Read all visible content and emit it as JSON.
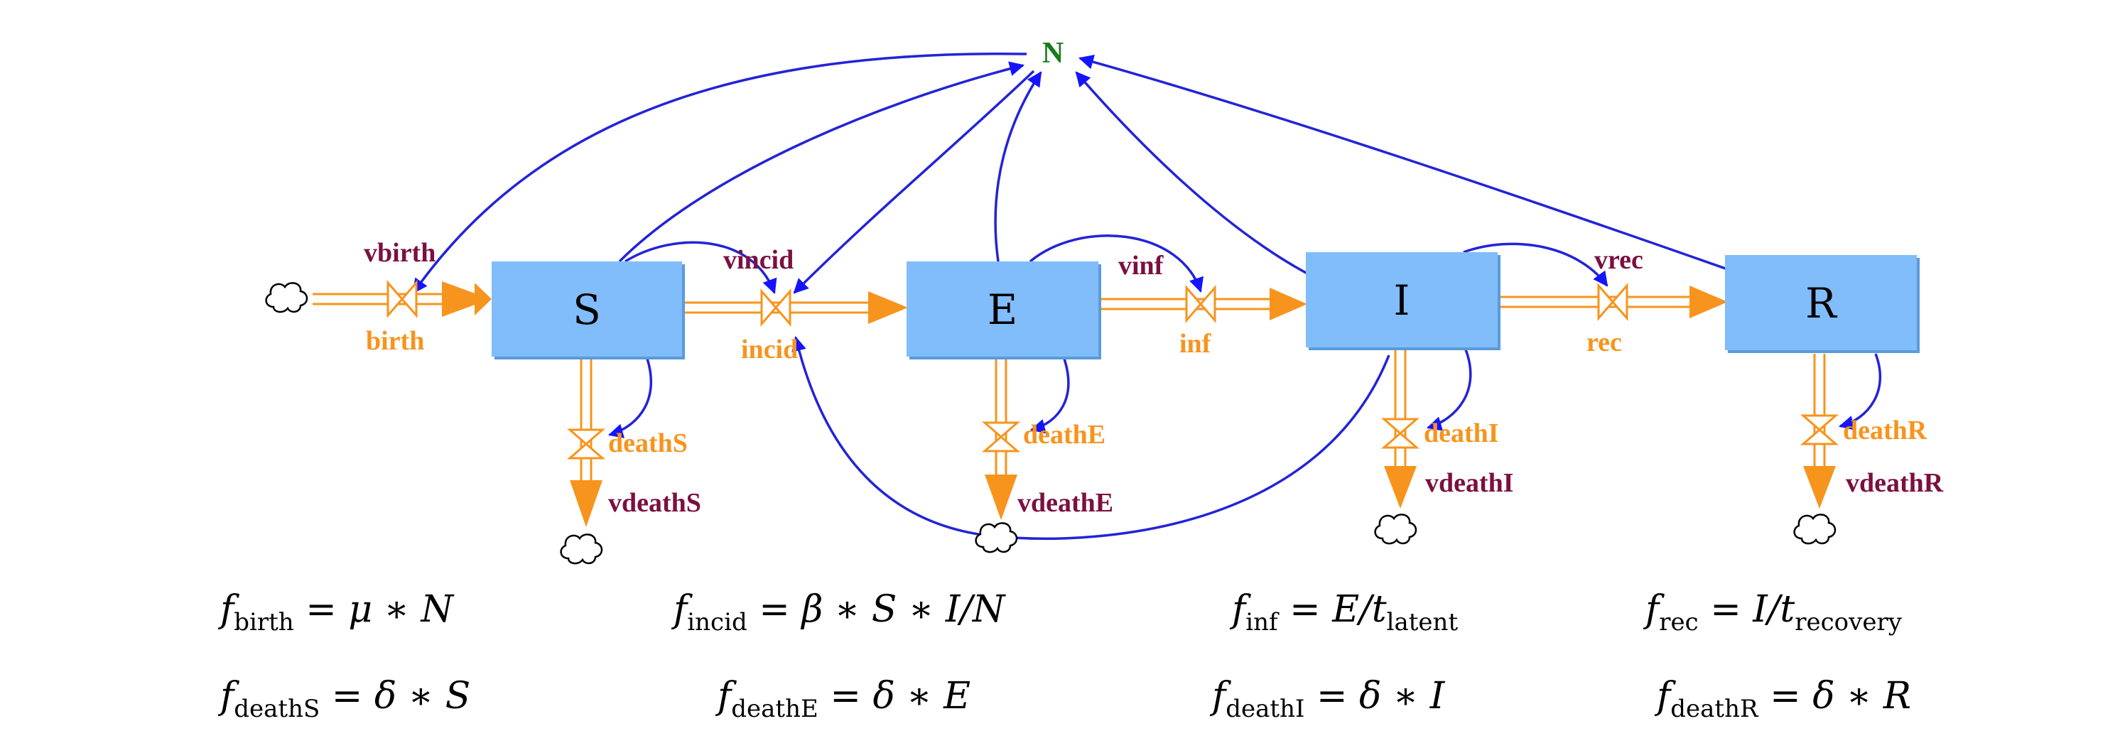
{
  "stocks": [
    {
      "id": "S",
      "label": "S"
    },
    {
      "id": "E",
      "label": "E"
    },
    {
      "id": "I",
      "label": "I"
    },
    {
      "id": "R",
      "label": "R"
    }
  ],
  "variables": {
    "N": "N",
    "vbirth": "vbirth",
    "vincid": "vincid",
    "vinf": "vinf",
    "vrec": "vrec",
    "vdeathS": "vdeathS",
    "vdeathE": "vdeathE",
    "vdeathI": "vdeathI",
    "vdeathR": "vdeathR"
  },
  "flows": {
    "birth": "birth",
    "incid": "incid",
    "inf": "inf",
    "rec": "rec",
    "deathS": "deathS",
    "deathE": "deathE",
    "deathI": "deathI",
    "deathR": "deathR"
  },
  "equations": {
    "birth": {
      "fn": "f",
      "sub": "birth",
      "rhs_a": "= ",
      "rhs_b": "μ ∗ N"
    },
    "incid": {
      "fn": "f",
      "sub": "incid",
      "rhs_a": "= ",
      "rhs_b": "β ∗ S ∗ I/N"
    },
    "inf": {
      "fn": "f",
      "sub": "inf",
      "rhs_a": "= E/t",
      "rhs_sub": "latent"
    },
    "rec": {
      "fn": "f",
      "sub": "rec",
      "rhs_a": "= I/t",
      "rhs_sub": "recovery"
    },
    "deathS": {
      "fn": "f",
      "sub": "deathS",
      "rhs_a": "= ",
      "rhs_b": "δ ∗ S"
    },
    "deathE": {
      "fn": "f",
      "sub": "deathE",
      "rhs_a": "= ",
      "rhs_b": "δ ∗ E"
    },
    "deathI": {
      "fn": "f",
      "sub": "deathI",
      "rhs_a": "= ",
      "rhs_b": "δ ∗ I"
    },
    "deathR": {
      "fn": "f",
      "sub": "deathR",
      "rhs_a": "= ",
      "rhs_b": "δ ∗ R"
    }
  },
  "colors": {
    "stock_fill": "#80bdfa",
    "flow_pipe": "#f7941d",
    "link": "#2323d8",
    "link_head": "#1414ff",
    "variable": "#7b1040",
    "n_label": "#1a7a1a"
  }
}
